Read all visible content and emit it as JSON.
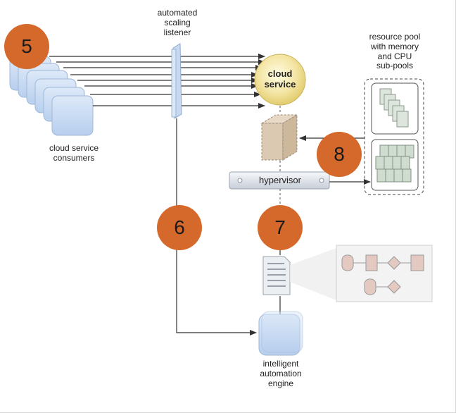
{
  "labels": {
    "listener": "automated\nscaling\nlistener",
    "resource_pool": "resource pool\nwith memory\nand CPU\nsub-pools",
    "cloud_service": "cloud\nservice",
    "consumers": "cloud service\nconsumers",
    "hypervisor": "hypervisor",
    "engine": "intelligent\nautomation\nengine"
  },
  "steps": [
    "5",
    "6",
    "7",
    "8"
  ],
  "colors": {
    "badge": "#d5692b",
    "consumer_fill": "#c5dbf3",
    "cloud_service_fill": "#f2e29a",
    "arrow": "#333333"
  },
  "icons": {
    "consumers": "stacked-document-icon",
    "listener": "vertical-bar-icon",
    "server": "server-box-icon",
    "workflow": "flowchart-icon",
    "script": "document-icon"
  }
}
